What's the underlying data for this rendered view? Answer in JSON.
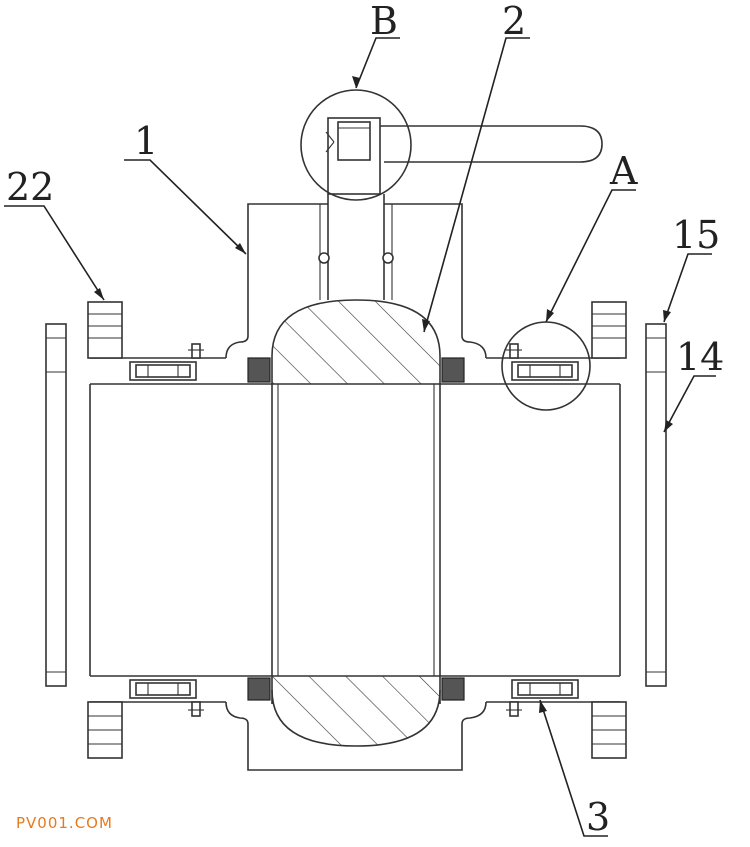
{
  "labels": {
    "body": "1",
    "ball": "2",
    "bolt_assembly": "3",
    "flange_plate": "14",
    "flange_edge": "15",
    "flange_left": "22",
    "detail_a": "A",
    "detail_b": "B"
  },
  "watermark": "PV001.COM",
  "colors": {
    "line": "#333333",
    "seal": "#555555",
    "watermark": "#e67a1f"
  }
}
